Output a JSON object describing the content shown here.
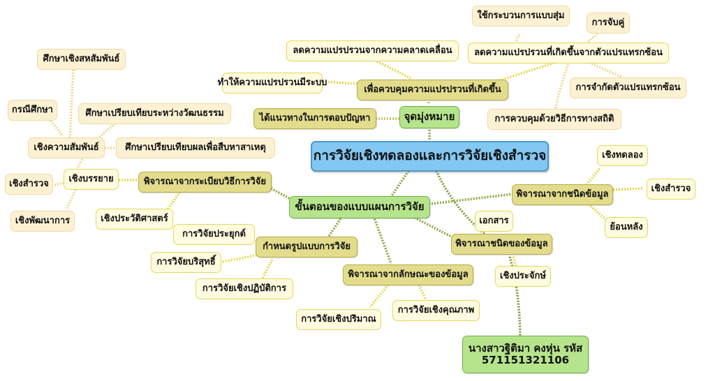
{
  "root": {
    "label": "การวิจัยเชิงทดลองและการวิจัยเชิงสำรวจ",
    "color": "#82c8f2"
  },
  "purpose": {
    "label": "จุดมุ่งหมาย",
    "children": {
      "answer": "ได้แนวทางในการตอบปัญหา",
      "control": {
        "label": "เพื่อควบคุมความแปรปรวนที่เกิดขึ้น",
        "children": {
          "systematic": "ทำให้ความแปรปรวนมีระบบ",
          "error": "ลดความแปรปรวนจากความคลาดเคลื่อน",
          "confound": {
            "label": "ลดความแปรปรวนที่เกิดขึ้นจากตัวแปรแทรกซ้อน",
            "children": {
              "random": "ใช้กระบวนการแบบสุ่ม",
              "matching": "การจับคู่",
              "limit": "การจำกัดตัวแปรแทรกซ้อน",
              "statistic": "การควบคุมด้วยวิธีการทางสถิติ"
            }
          }
        }
      }
    }
  },
  "steps": {
    "label": "ขั้นตอนของแบบแผนการวิจัย",
    "methodology": {
      "label": "พิจารณาจากระเบียบวิธีการวิจัย",
      "descriptive": {
        "label": "เชิงบรรยาย",
        "survey": "เชิงสำรวจ",
        "development": "เชิงพัฒนาการ",
        "relation": {
          "label": "เชิงความสัมพันธ์",
          "correlation": "ศึกษาเชิงสหสัมพันธ์",
          "case": "กรณีศึกษา",
          "cross_culture": "ศึกษาเปรียบเทียบระหว่างวัฒนธรรม",
          "causal": "ศึกษาเปรียบเทียบผลเพื่อสืบหาสาเหตุ"
        }
      },
      "historical": "เชิงประวัติศาสตร์"
    },
    "design": {
      "label": "กำหนดรูปแบบการวิจัย",
      "applied": "การวิจัยประยุกต์",
      "pure": "การวิจัยบริสุทธิ์",
      "action": "การวิจัยเชิงปฏิบัติการ"
    },
    "characteristic": {
      "label": "พิจารณาจากลักษณะของข้อมูล",
      "quantitative": "การวิจัยเชิงปริมาณ",
      "qualitative": "การวิจัยเชิงคุณภาพ"
    },
    "data_source": {
      "label": "พิจารณาชนิดของข้อมูล",
      "document": "เอกสาร",
      "empirical": "เชิงประจักษ์"
    },
    "data_type": {
      "label": "พิจารณาจากชนิดข้อมูล",
      "experimental": "เชิงทดลอง",
      "survey": "เชิงสำรวจ",
      "retrospective": "ย้อนหลัง"
    }
  },
  "author": {
    "name": "นางสาวฐิติมา คงหุ่น รหัส",
    "id": "571151321106"
  },
  "colors": {
    "root": "#82c8f2",
    "green_node": "#b6e48c",
    "branch": "#e2dc8c",
    "leaf_tan": "#fdf1d4",
    "leaf_cream": "#fffbe0",
    "link_green": "#8aa83c",
    "link_yellow": "#e8d860"
  }
}
